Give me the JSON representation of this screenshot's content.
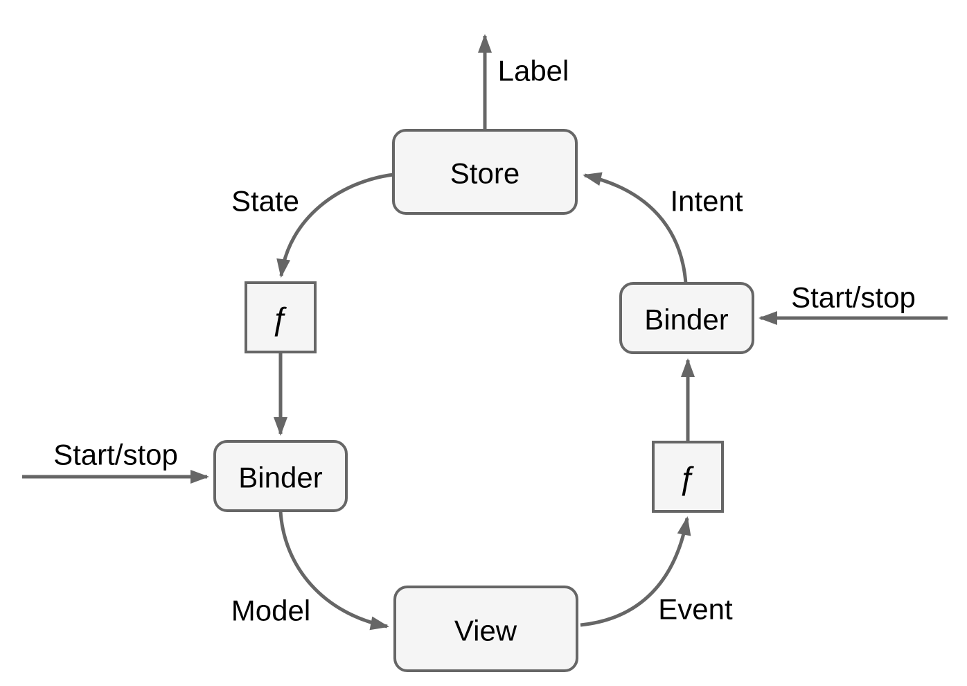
{
  "diagram": {
    "type": "unidirectional-data-flow-cycle",
    "colors": {
      "node_fill": "#f5f5f5",
      "node_stroke": "#666666",
      "edge_stroke": "#666666",
      "text": "#000000",
      "background": "#ffffff"
    },
    "nodes": {
      "store": {
        "label": "Store"
      },
      "func_left": {
        "label": "ƒ"
      },
      "binder_left": {
        "label": "Binder"
      },
      "view": {
        "label": "View"
      },
      "func_right": {
        "label": "ƒ"
      },
      "binder_right": {
        "label": "Binder"
      }
    },
    "edges": {
      "label_out": {
        "label": "Label",
        "from": "store",
        "to": "out-top"
      },
      "state": {
        "label": "State",
        "from": "store",
        "to": "func_left"
      },
      "func_left_to_binder": {
        "label": "",
        "from": "func_left",
        "to": "binder_left"
      },
      "start_stop_left": {
        "label": "Start/stop",
        "from": "out-left",
        "to": "binder_left"
      },
      "model": {
        "label": "Model",
        "from": "binder_left",
        "to": "view"
      },
      "event": {
        "label": "Event",
        "from": "view",
        "to": "func_right"
      },
      "func_right_to_binder": {
        "label": "",
        "from": "func_right",
        "to": "binder_right"
      },
      "start_stop_right": {
        "label": "Start/stop",
        "from": "out-right",
        "to": "binder_right"
      },
      "intent": {
        "label": "Intent",
        "from": "binder_right",
        "to": "store"
      }
    }
  }
}
